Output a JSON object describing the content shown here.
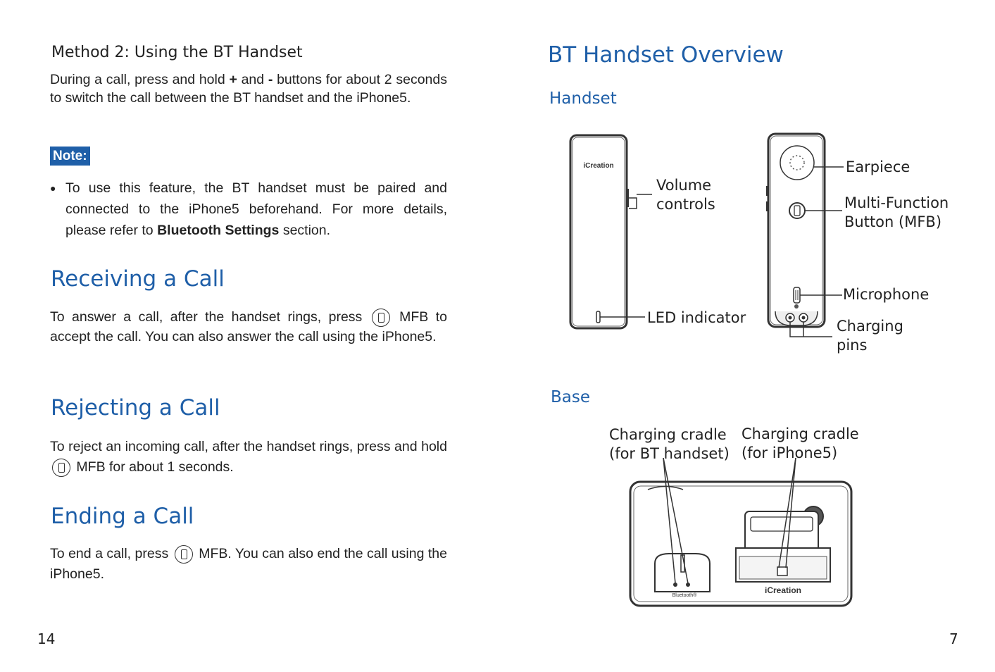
{
  "left": {
    "method_heading": "Method 2: Using the BT Handset",
    "method_text_1": "During a call, press and hold ",
    "plus": "+",
    "and": " and ",
    "minus": "-",
    "method_text_2": " buttons for about 2 seconds to switch the call between the BT handset and the iPhone5.",
    "note_label": "Note:",
    "note_text_1": "To use this feature, the BT handset must be paired and connected to the iPhone5 beforehand. For more details, please refer to ",
    "note_bold": "Bluetooth Settings",
    "note_text_2": " section.",
    "receiving_heading": "Receiving a Call",
    "receiving_text_1": "To answer a call, after the handset rings, press ",
    "receiving_text_2": " MFB to accept the call. You can also answer the call using the iPhone5.",
    "rejecting_heading": "Rejecting a Call",
    "rejecting_text_1": "To reject an incoming call, after the handset rings, press and hold ",
    "rejecting_text_2": " MFB for about 1 seconds.",
    "ending_heading": "Ending a Call",
    "ending_text_1": "To end a call, press ",
    "ending_text_2": " MFB. You can also end the call using the iPhone5.",
    "page_number": "14"
  },
  "right": {
    "title": "BT Handset Overview",
    "handset_heading": "Handset",
    "base_heading": "Base",
    "labels": {
      "volume_1": "Volume",
      "volume_2": "controls",
      "led": "LED indicator",
      "earpiece": "Earpiece",
      "mfb_1": "Multi-Function",
      "mfb_2": "Button (MFB)",
      "microphone": "Microphone",
      "charging_1": "Charging",
      "charging_2": "pins",
      "cradle_bt_1": "Charging cradle",
      "cradle_bt_2": "(for BT handset)",
      "cradle_ip_1": "Charging cradle",
      "cradle_ip_2": "(for iPhone5)"
    },
    "brand": "iCreation",
    "bluetooth_mark": "Bluetooth®",
    "page_number": "7"
  },
  "colors": {
    "accent": "#1f5fa8",
    "text": "#222222"
  },
  "icons": {
    "mfb": "phone-button-icon"
  }
}
